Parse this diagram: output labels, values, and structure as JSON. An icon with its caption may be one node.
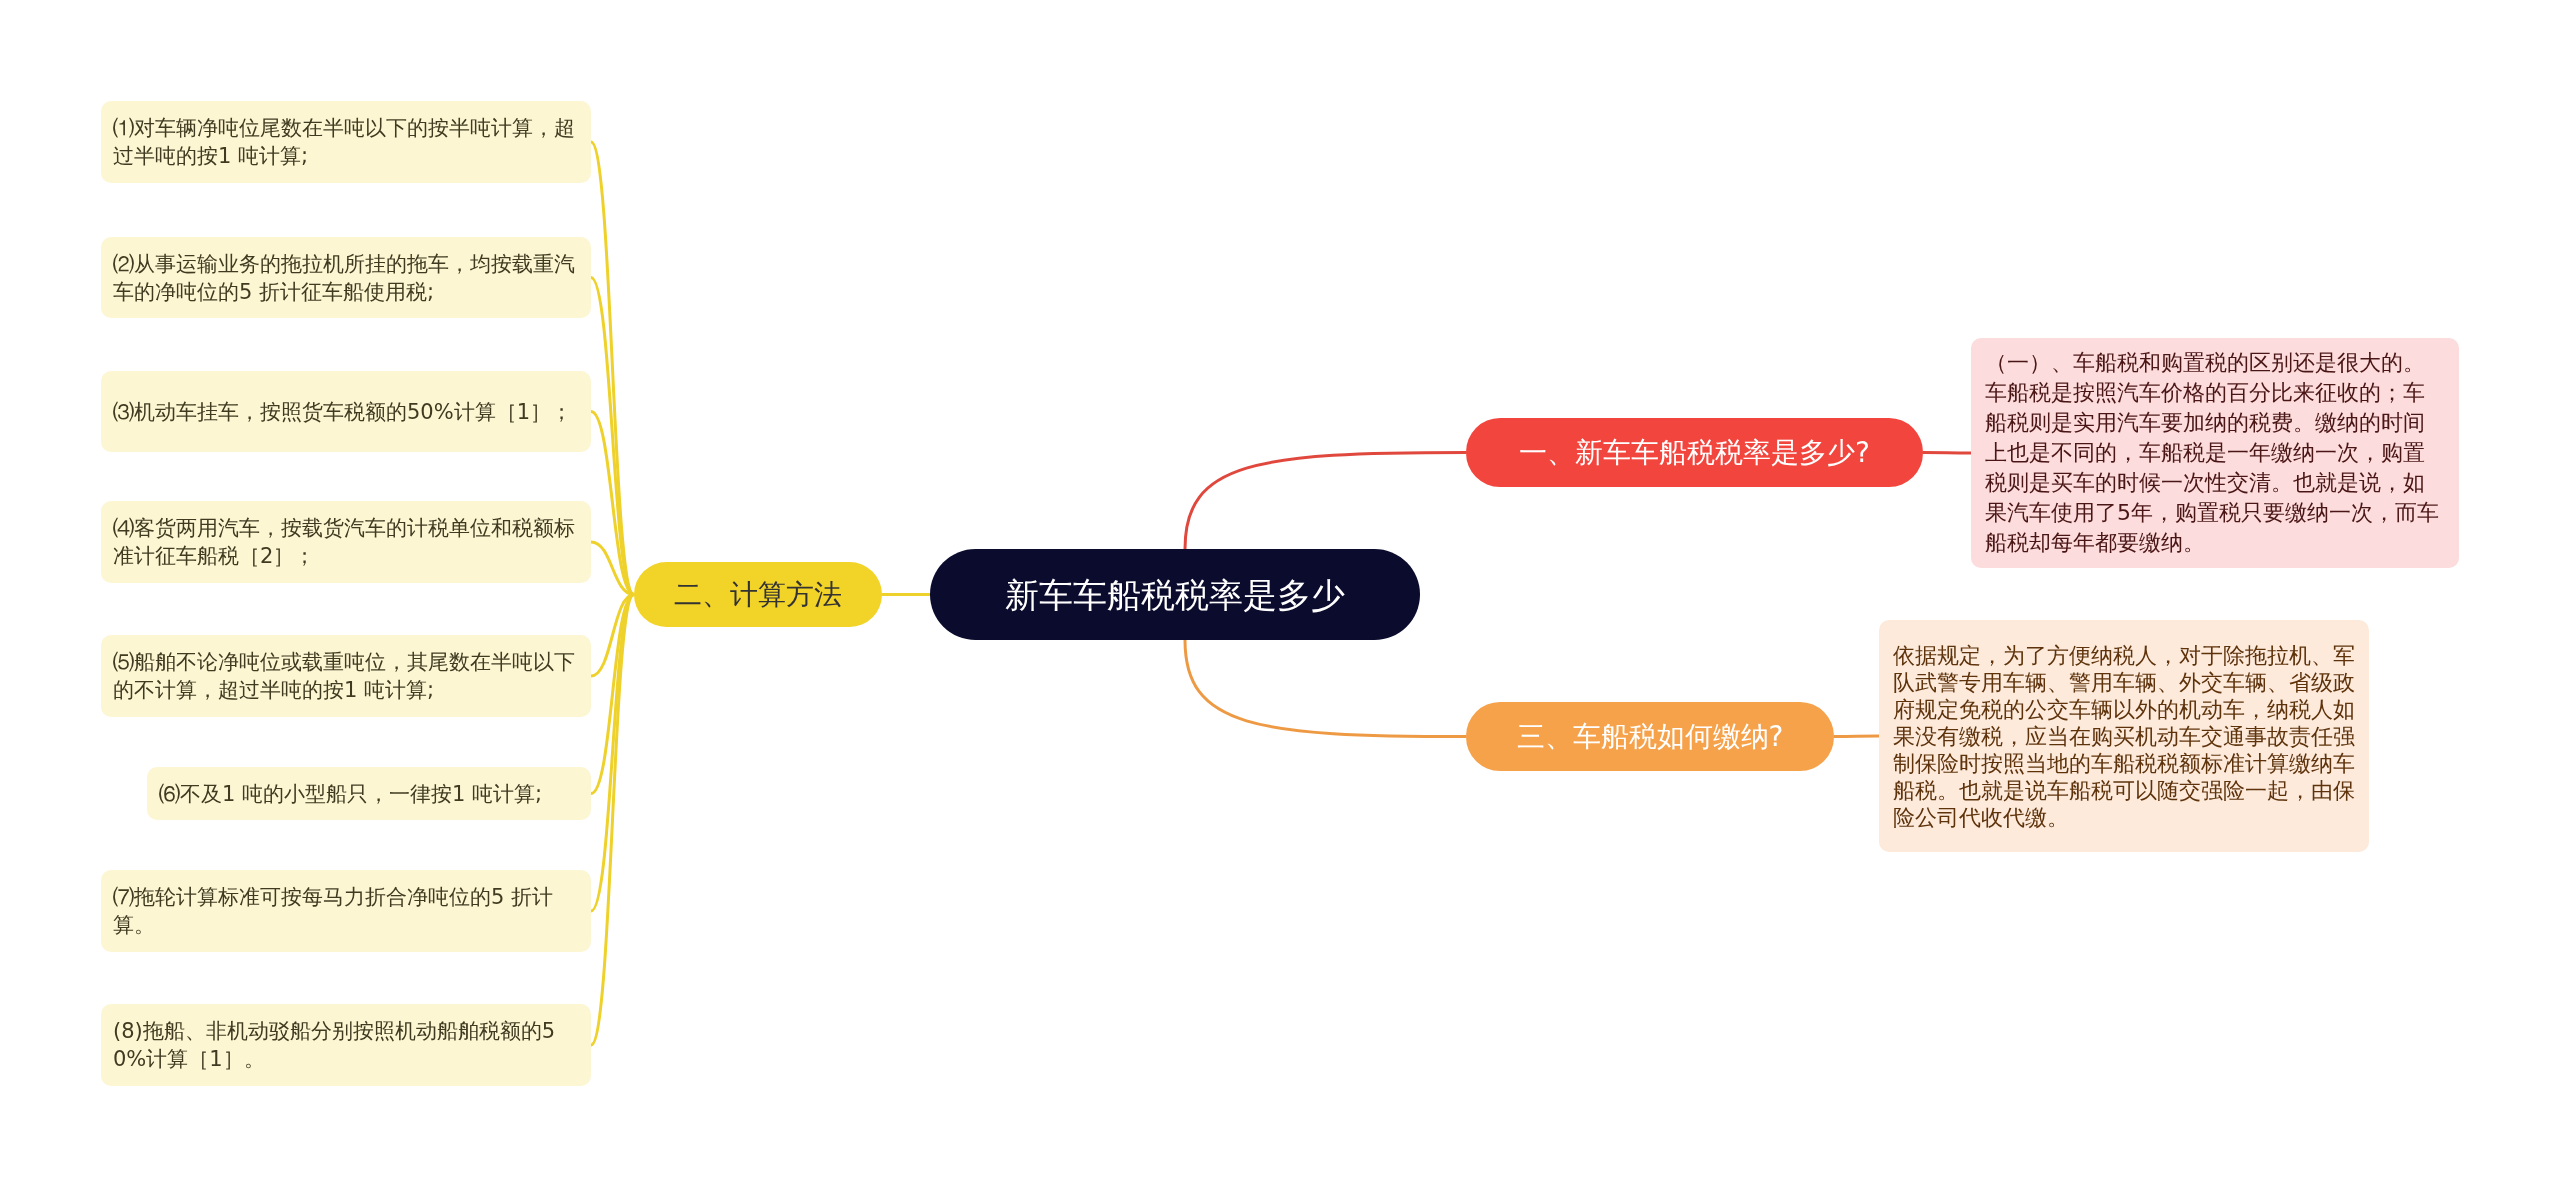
{
  "diagram": {
    "nodes": [
      {
        "text": [
          "新车车船税税率是多少"
        ]
      },
      {
        "text": [
          "一、新车车船税税率是多少?"
        ]
      },
      {
        "text": [
          "（一）、车船税和购置税的区别还是很大的。车船税是按照汽车价格的百分比来征收的；车船税则是实用汽车要加纳的税费。缴纳的时间上也是不同的，车船税是一年缴纳一次，购置税则是买车的时候一次性交清。也就是说，如果汽车使用了5年，购置税只要缴纳一次，而车船税却每年都要缴纳。"
        ]
      },
      {
        "text": [
          "二、计算方法"
        ]
      },
      {
        "text": [
          "⑴对车辆净吨位尾数在半吨以下的按半吨计算，超过半吨的按1 吨计算;"
        ]
      },
      {
        "text": [
          "⑵从事运输业务的拖拉机所挂的拖车，均按载重汽车的净吨位的5 折计征车船使用税;"
        ]
      },
      {
        "text": [
          "⑶机动车挂车，按照货车税额的50%计算［1］；"
        ]
      },
      {
        "text": [
          "⑷客货两用汽车，按载货汽车的计税单位和税额标准计征车船税［2］；"
        ]
      },
      {
        "text": [
          "⑸船舶不论净吨位或载重吨位，其尾数在半吨以下的不计算，超过半吨的按1 吨计算;"
        ]
      },
      {
        "text": [
          "⑹不及1 吨的小型船只，一律按1 吨计算;"
        ]
      },
      {
        "text": [
          "⑺拖轮计算标准可按每马力折合净吨位的5 折计算。"
        ]
      },
      {
        "text": [
          "(8)拖船、非机动驳船分别按照机动船舶税额的50%计算［1］。"
        ]
      },
      {
        "text": [
          "三、车船税如何缴纳?"
        ]
      },
      {
        "text": [
          "依据规定，为了方便纳税人，对于除拖拉机、军队武警专用车辆、警用车辆、外交车辆、省级政府规定免税的公交车辆以外的机动车，纳税人如果没有缴税，应当在购买机动车交通事故责任强制保险时按照当地的车船税税额标准计算缴纳车船税。也就是说车船税可以随交强险一起，由保险公司代收代缴。"
        ]
      }
    ],
    "edges": [
      {
        "from": 0,
        "to": 1,
        "arrow": "none",
        "color": "#e0483e"
      },
      {
        "from": 1,
        "to": 2,
        "arrow": "none",
        "color": "#e0483e"
      },
      {
        "from": 0,
        "to": 3,
        "arrow": "none"
      },
      {
        "from": 3,
        "to": 4,
        "arrow": "none"
      },
      {
        "from": 3,
        "to": 5,
        "arrow": "none"
      },
      {
        "from": 3,
        "to": 6,
        "arrow": "none"
      },
      {
        "from": 3,
        "to": 7,
        "arrow": "none"
      },
      {
        "from": 3,
        "to": 8,
        "arrow": "none"
      },
      {
        "from": 3,
        "to": 9,
        "arrow": "none"
      },
      {
        "from": 3,
        "to": 10,
        "arrow": "none"
      },
      {
        "from": 3,
        "to": 11,
        "arrow": "none"
      },
      {
        "from": 0,
        "to": 12,
        "arrow": "none",
        "color": "#ee9a45"
      },
      {
        "from": 12,
        "to": 13,
        "arrow": "none",
        "color": "#ee9a45"
      }
    ]
  }
}
